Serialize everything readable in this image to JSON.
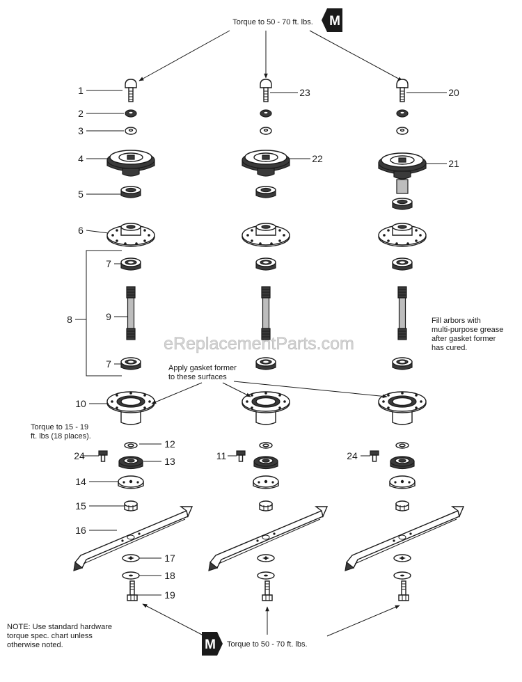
{
  "notes": {
    "torque_top": "Torque to 50 - 70 ft. lbs.",
    "torque_bottom": "Torque to 50 - 70 ft. lbs.",
    "torque_side_1": "Torque to 15 - 19",
    "torque_side_2": "ft. lbs  (18 places).",
    "grease_1": "Fill arbors with",
    "grease_2": "multi-purpose grease",
    "grease_3": "after gasket former",
    "grease_4": "has cured.",
    "gasket_1": "Apply gasket former",
    "gasket_2": "to these surfaces",
    "note_1": "NOTE: Use standard hardware",
    "note_2": "torque spec. chart unless",
    "note_3": "otherwise noted."
  },
  "badge_letter": "M",
  "watermark": "eReplacementParts.com",
  "labels": {
    "p1": "1",
    "p2": "2",
    "p3": "3",
    "p4": "4",
    "p5": "5",
    "p6": "6",
    "p7a": "7",
    "p7b": "7",
    "p8": "8",
    "p9": "9",
    "p10": "10",
    "p11": "11",
    "p12": "12",
    "p13": "13",
    "p14": "14",
    "p15": "15",
    "p16": "16",
    "p17": "17",
    "p18": "18",
    "p19": "19",
    "p20": "20",
    "p21": "21",
    "p22": "22",
    "p23": "23",
    "p24a": "24",
    "p24b": "24"
  },
  "colors": {
    "ink": "#1a1a1a",
    "badge": "#1a1a1a"
  }
}
